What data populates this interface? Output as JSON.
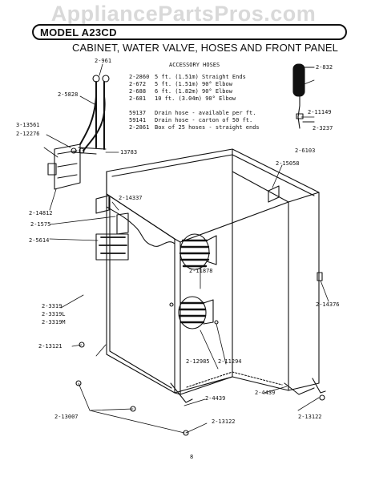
{
  "watermark": "AppliancePartsPros.com",
  "model_label": "MODEL A23CD",
  "title": "CABINET, WATER VALVE, HOSES AND FRONT PANEL",
  "accessory_heading": "ACCESSORY HOSES",
  "hoses": [
    {
      "part": "2-2860",
      "desc": "5 ft. (1.51m) Straight Ends"
    },
    {
      "part": "2-672",
      "desc": "5 ft. (1.51m) 90° Elbow"
    },
    {
      "part": "2-688",
      "desc": "6 ft. (1.82m) 90° Elbow"
    },
    {
      "part": "2-681",
      "desc": "10 ft. (3.04m) 90° Elbow"
    }
  ],
  "drain": [
    {
      "part": "59137",
      "desc": "Drain hose - available per ft."
    },
    {
      "part": "59141",
      "desc": "Drain hose - carton of 50 ft."
    },
    {
      "part": "2-2861",
      "desc": "Box of 25 hoses - straight ends"
    }
  ],
  "part_labels": {
    "p2_961": "2-961",
    "p2_5828": "2-5828",
    "p3_13561": "3-13561",
    "p2_12276": "2-12276",
    "p13783": "13783",
    "p2_14812": "2-14812",
    "p2_14337": "2-14337",
    "p2_1575": "2-1575",
    "p2_5614": "2-5614",
    "p2_11878": "2-11878",
    "p2_3319": "2-3319",
    "p2_3319L": "2-3319L",
    "p2_3319M": "2-3319M",
    "p2_13121": "2-13121",
    "p2_12985": "2-12985",
    "p2_11294": "2-11294",
    "p2_13007": "2-13007",
    "p2_4439a": "2-4439",
    "p2_4439b": "2-4439",
    "p2_13122a": "2-13122",
    "p2_13122b": "2-13122",
    "p2_15058": "2-15058",
    "p2_14376": "2-14376",
    "p2_832": "2-832",
    "p2_11149": "2-11149",
    "p2_3237": "2-3237",
    "p2_6103": "2-6103"
  },
  "page_number": "8"
}
